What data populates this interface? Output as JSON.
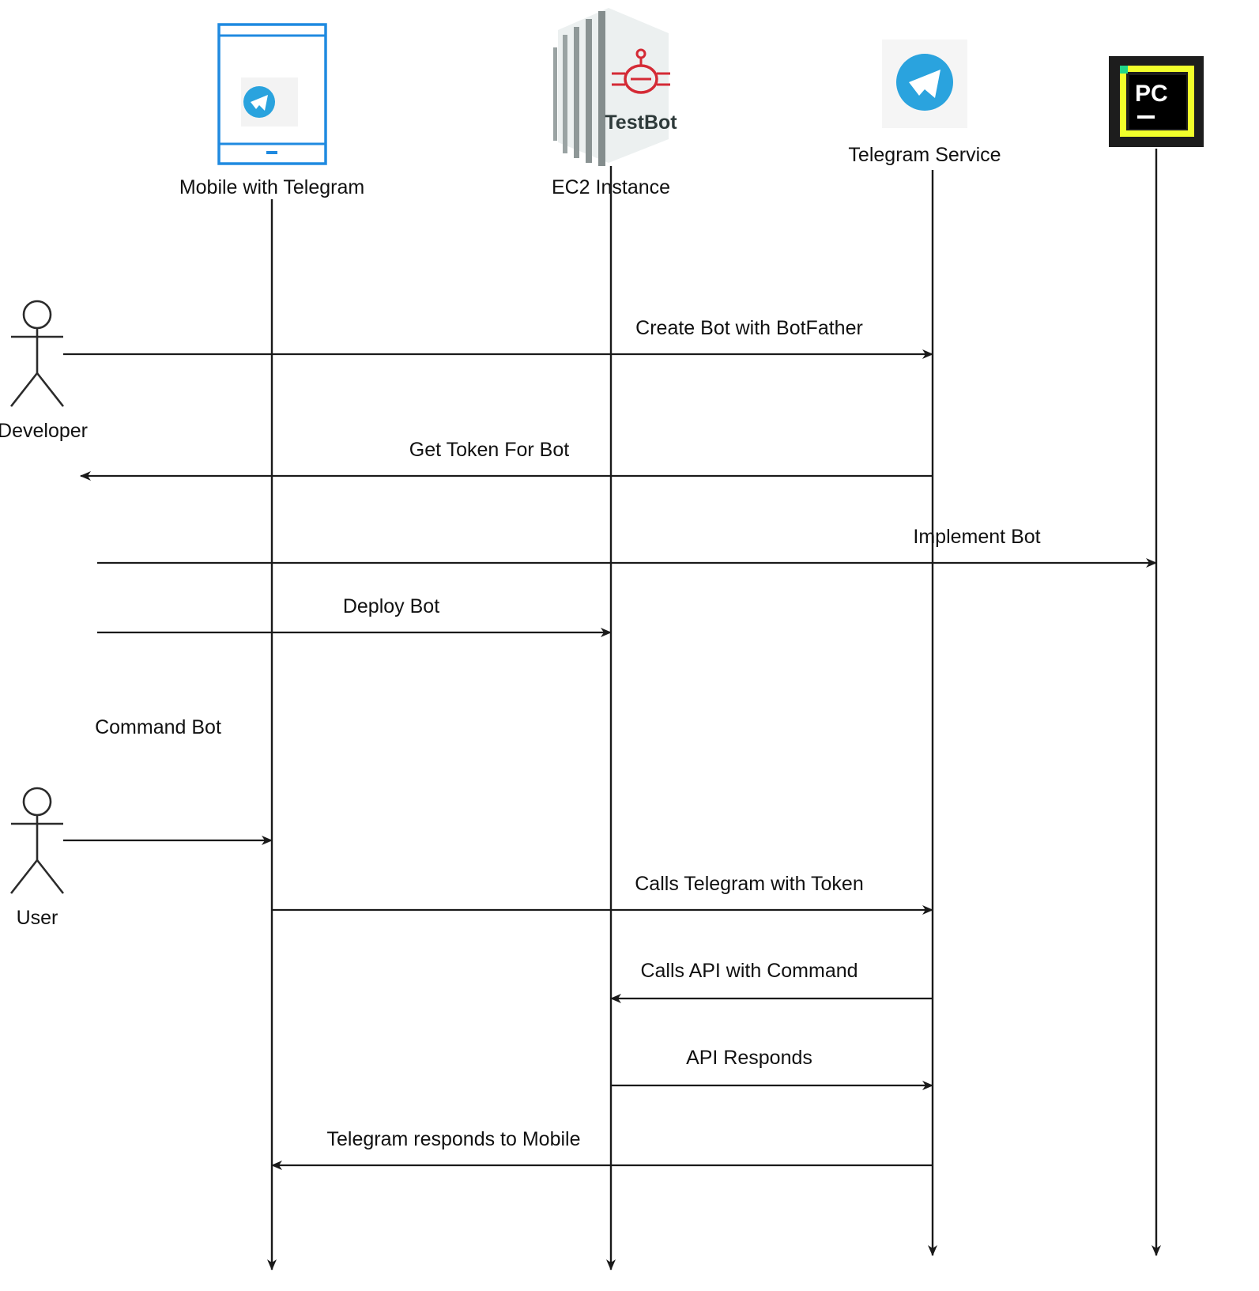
{
  "participants": [
    {
      "id": "mobile",
      "label": "Mobile with Telegram",
      "icon": "mobile-telegram-icon"
    },
    {
      "id": "ec2",
      "label": "EC2 Instance",
      "icon": "ec2-server-icon",
      "icon_text": "TestBot"
    },
    {
      "id": "telegram",
      "label": "Telegram Service",
      "icon": "telegram-logo-icon"
    },
    {
      "id": "pycharm",
      "label": "",
      "icon": "pycharm-icon",
      "icon_text": "PC"
    }
  ],
  "actors": [
    {
      "id": "developer",
      "label": "Developer"
    },
    {
      "id": "user",
      "label": "User"
    }
  ],
  "messages": [
    {
      "id": "m1",
      "label": "Create Bot with BotFather",
      "from": "developer",
      "to": "telegram"
    },
    {
      "id": "m2",
      "label": "Get Token For Bot",
      "from": "telegram",
      "to": "developer"
    },
    {
      "id": "m3",
      "label": "Implement Bot",
      "from": "developer",
      "to": "pycharm"
    },
    {
      "id": "m4",
      "label": "Deploy Bot",
      "from": "developer",
      "to": "ec2"
    },
    {
      "id": "m5",
      "label": "Command Bot",
      "from": "user",
      "to": "mobile"
    },
    {
      "id": "m6",
      "label": "Calls Telegram with Token",
      "from": "mobile",
      "to": "telegram"
    },
    {
      "id": "m7",
      "label": "Calls API with Command",
      "from": "telegram",
      "to": "ec2"
    },
    {
      "id": "m8",
      "label": "API Responds",
      "from": "ec2",
      "to": "telegram"
    },
    {
      "id": "m9",
      "label": "Telegram responds to Mobile",
      "from": "telegram",
      "to": "mobile"
    }
  ],
  "colors": {
    "telegram_blue": "#2aa3de",
    "device_outline": "#1f8ae0",
    "ec2_stripes": "#9aa3a3",
    "testbot_red": "#d42a35",
    "pycharm_yellow": "#f1ff2b",
    "pycharm_bg": "#1d1d1d",
    "line": "#1a1a1a"
  }
}
